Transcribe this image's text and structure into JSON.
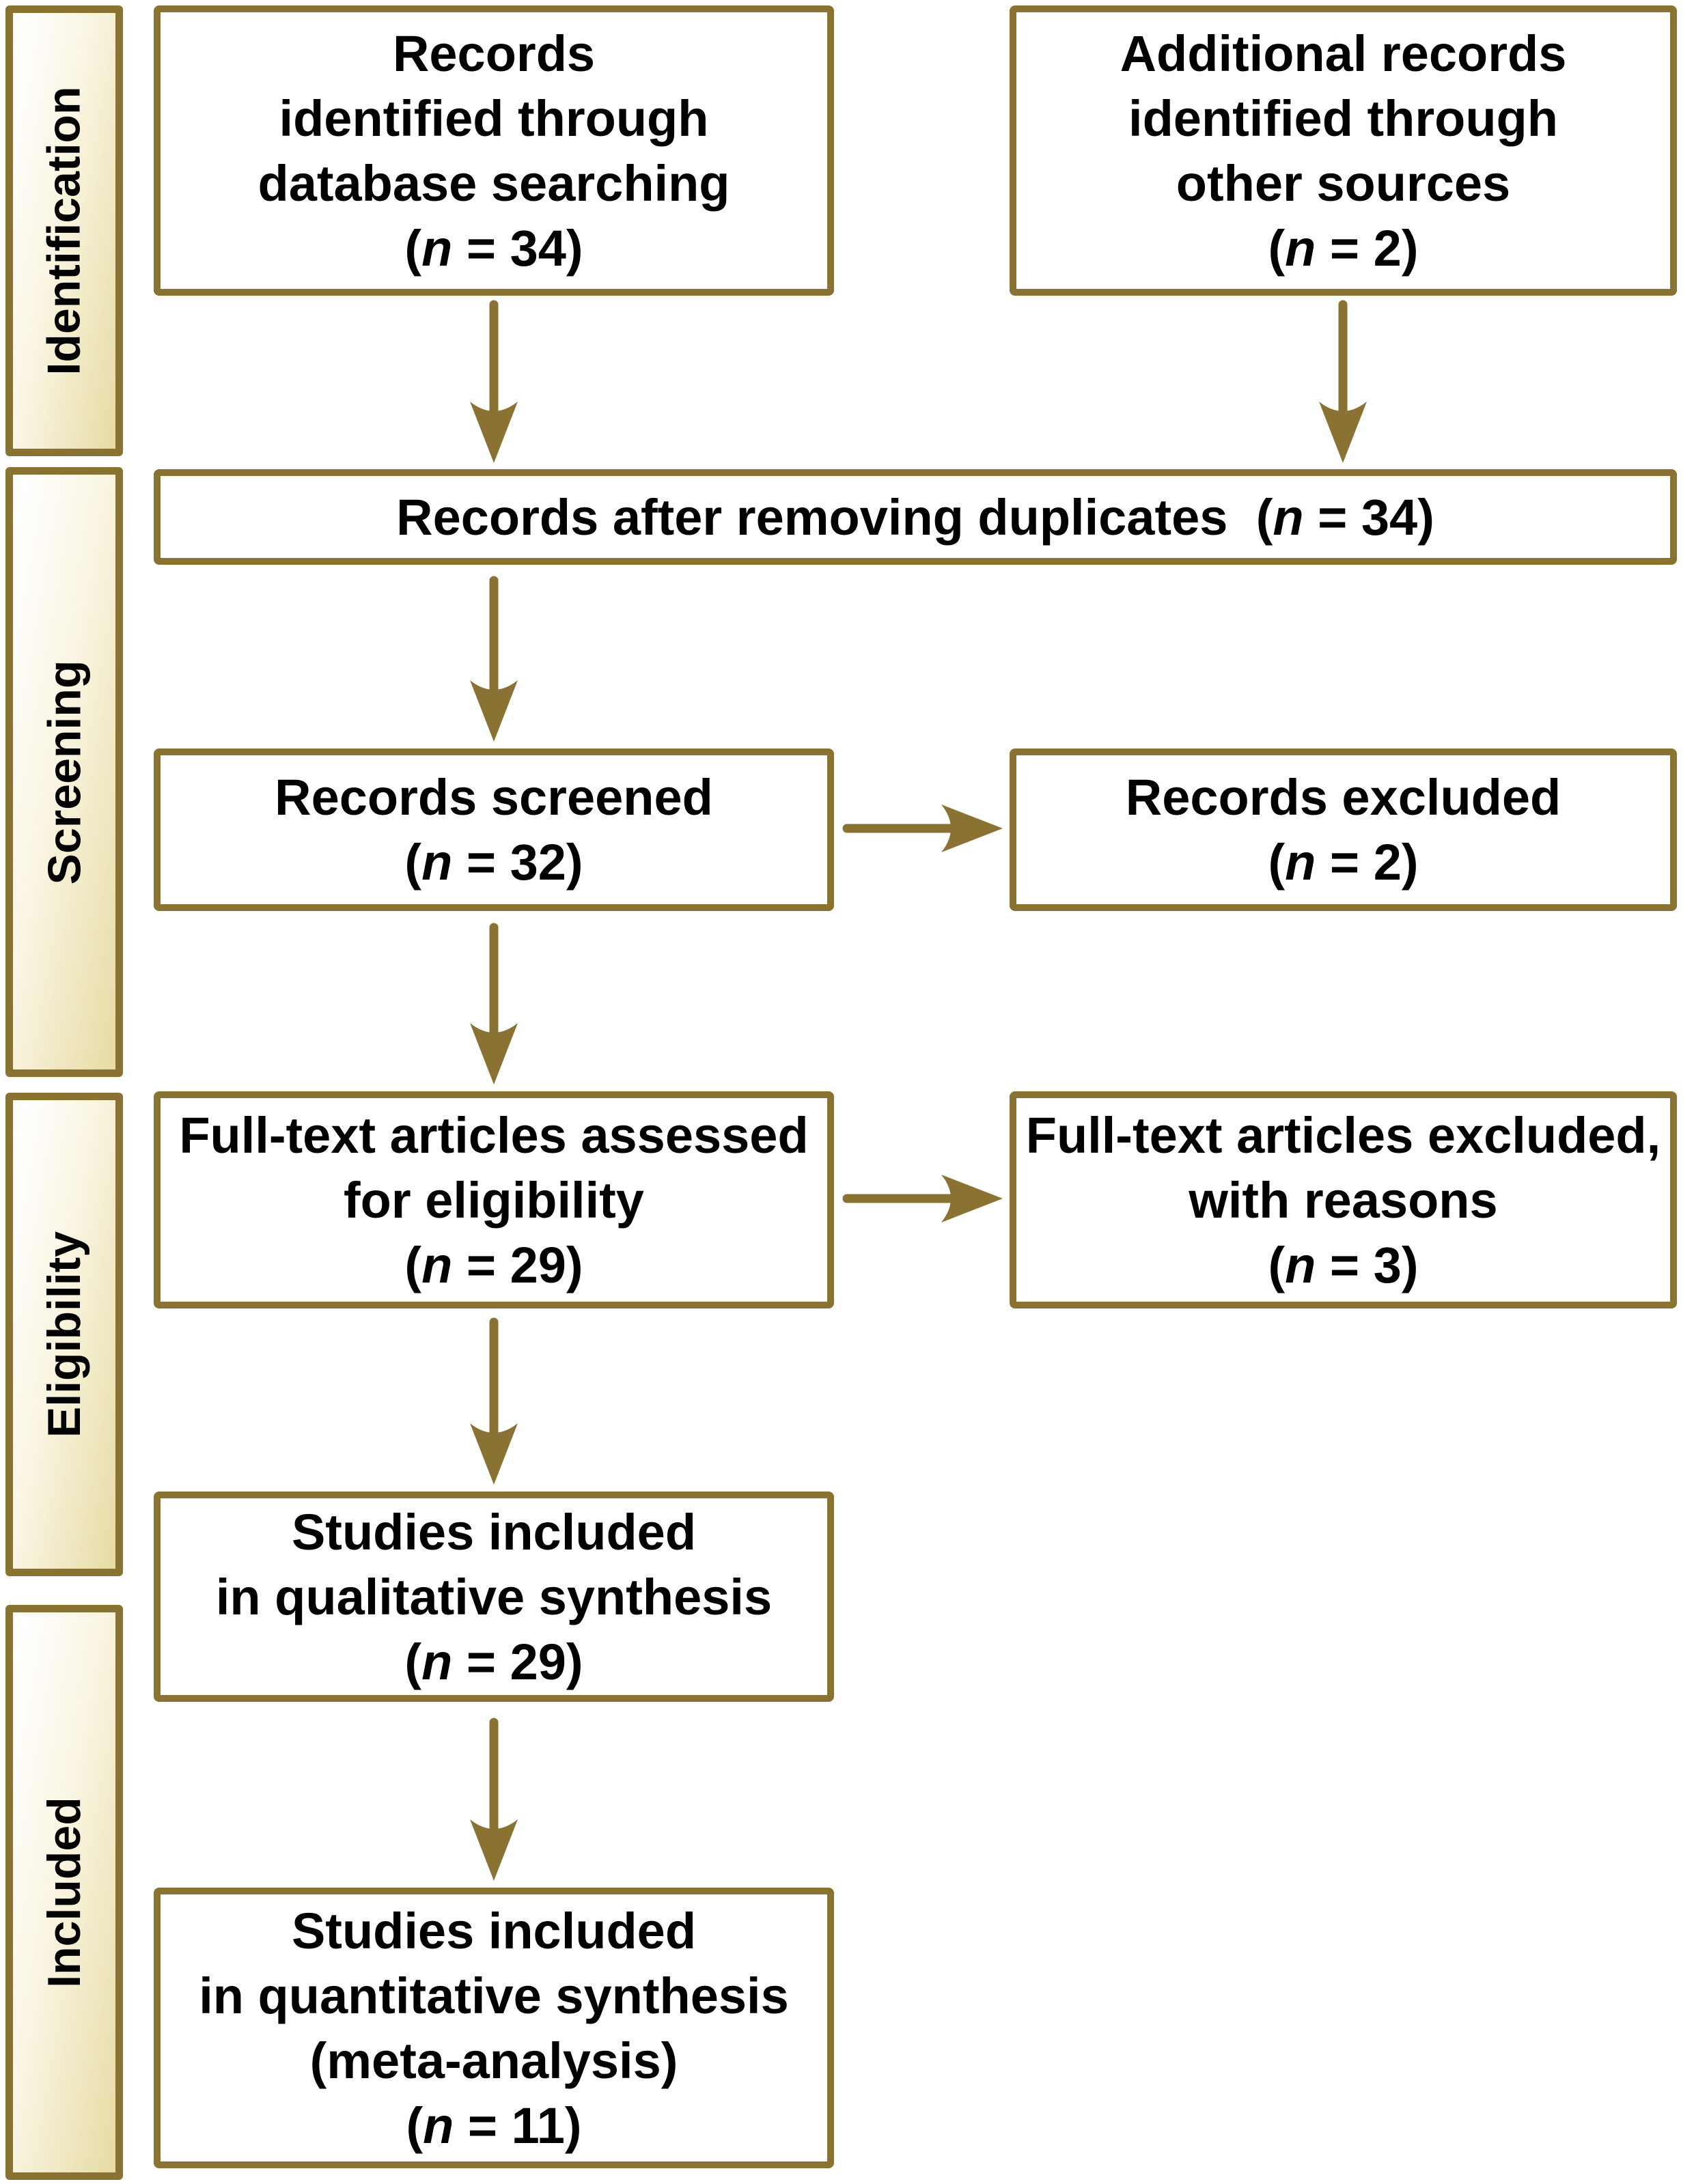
{
  "figure_title": "PRISMA study selection flow diagram",
  "colors": {
    "gold": "#8A7232",
    "box_fill": "#FFFFFF",
    "text": "#000000",
    "sidebar_tint": "#E7DDA7"
  },
  "stages": [
    {
      "label": "Identification"
    },
    {
      "label": "Screening"
    },
    {
      "label": "Eligibility"
    },
    {
      "label": "Included"
    }
  ],
  "flow": {
    "boxes": [
      {
        "id": "records-identified",
        "lines": [
          "Records",
          "identified through",
          "database searching"
        ],
        "count": "(n = 34)"
      },
      {
        "id": "additional-records",
        "lines": [
          "Additional records",
          "identified through",
          "other sources"
        ],
        "count": "(n = 2)"
      },
      {
        "id": "after-duplicates",
        "lines": [
          "Records after removing duplicates"
        ],
        "count": "(n = 34)"
      },
      {
        "id": "records-screened",
        "lines": [
          "Records screened"
        ],
        "count": "(n = 32)"
      },
      {
        "id": "records-excluded",
        "lines": [
          "Records excluded"
        ],
        "count": "(n = 2)"
      },
      {
        "id": "fulltext-assessed",
        "lines": [
          "Full-text articles assessed",
          "for eligibility"
        ],
        "count": "(n = 29)"
      },
      {
        "id": "fulltext-excluded",
        "lines": [
          "Full-text articles excluded,",
          "with reasons"
        ],
        "count": "(n = 3)"
      },
      {
        "id": "qualitative-synthesis",
        "lines": [
          "Studies included",
          "in qualitative synthesis"
        ],
        "count": "(n = 29)"
      },
      {
        "id": "quantitative-synthesis",
        "lines": [
          "Studies included",
          "in quantitative synthesis",
          "(meta-analysis)"
        ],
        "count": "(n = 11)"
      }
    ]
  }
}
